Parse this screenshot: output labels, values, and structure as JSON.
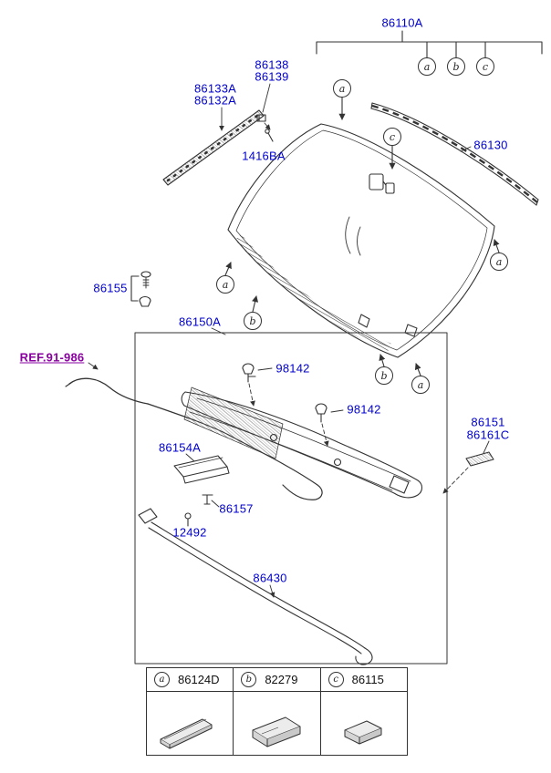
{
  "colors": {
    "label_blue": "#0000cd",
    "ref_purple": "#8a00a0",
    "line_dark": "#333333"
  },
  "callouts": {
    "a": "a",
    "b": "b",
    "c": "c"
  },
  "part_labels": {
    "windshield_assy": "86110A",
    "molding_right": "86130",
    "molding_left_upper": "86133A",
    "molding_left_lower": "86132A",
    "clip_upper": "86138",
    "clip_lower": "86139",
    "screw": "1416BA",
    "bolt_grommet": "86155",
    "cowl_assy": "86150A",
    "ref_link": "REF.91-986",
    "nozzle_upper": "98142",
    "nozzle_lower": "98142",
    "bracket_upper": "86151",
    "bracket_lower": "86161C",
    "cover": "86154A",
    "cover_clip": "86157",
    "fastener": "12492",
    "weatherstrip": "86430"
  },
  "legend_table": {
    "cells": [
      {
        "letter": "a",
        "part_no": "86124D"
      },
      {
        "letter": "b",
        "part_no": "82279"
      },
      {
        "letter": "c",
        "part_no": "86115"
      }
    ]
  }
}
